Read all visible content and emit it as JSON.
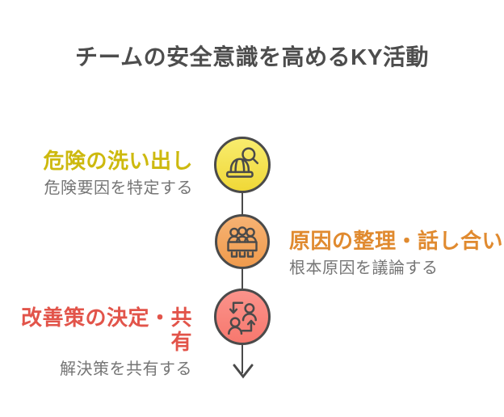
{
  "title": "チームの安全意識を高めるKY活動",
  "steps": [
    {
      "heading": "危険の洗い出し",
      "subtitle": "危険要因を特定する",
      "icon": "helmet-magnifier-icon",
      "accent_color": "#CDB90E",
      "circle_gradient_top": "#F8EC6E",
      "circle_gradient_bottom": "#F0D837"
    },
    {
      "heading": "原因の整理・話し合い",
      "subtitle": "根本原因を議論する",
      "icon": "meeting-table-icon",
      "accent_color": "#E08A2F",
      "circle_gradient_top": "#F6B273",
      "circle_gradient_bottom": "#F09B4D"
    },
    {
      "heading": "改善策の決定・共有",
      "subtitle": "解決策を共有する",
      "icon": "people-exchange-icon",
      "accent_color": "#E2544A",
      "circle_gradient_top": "#FB938B",
      "circle_gradient_bottom": "#F7786E"
    }
  ],
  "colors": {
    "title_text": "#4D4D4D",
    "subtitle_text": "#757575",
    "outline": "#4A4A4A",
    "background": "#FFFFFF"
  }
}
